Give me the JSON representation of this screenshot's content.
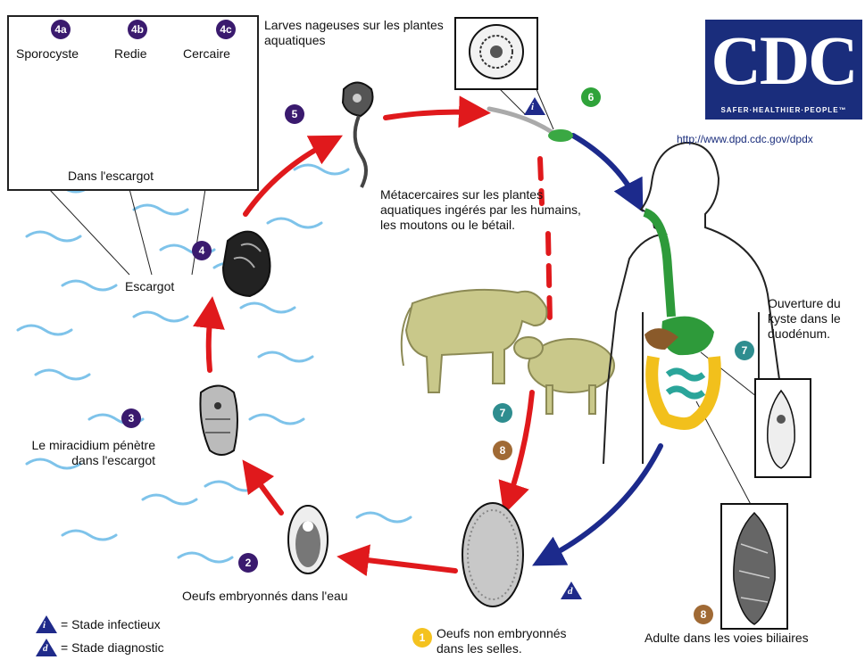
{
  "stages": {
    "s4a": {
      "badge": "4a",
      "label": "Sporocyste"
    },
    "s4b": {
      "badge": "4b",
      "label": "Redie"
    },
    "s4c": {
      "badge": "4c",
      "label": "Cercaire"
    },
    "in_snail": "Dans l'escargot",
    "s5": {
      "badge": "5",
      "label": "Larves nageuses sur les plantes aquatiques"
    },
    "s6": {
      "badge": "6"
    },
    "s4": {
      "badge": "4",
      "label": "Escargot"
    },
    "s3": {
      "badge": "3",
      "label": "Le miracidium pénètre dans l'escargot"
    },
    "s2": {
      "badge": "2",
      "label": "Oeufs embryonnés dans l'eau"
    },
    "s1": {
      "badge": "1",
      "label": "Oeufs non embryonnés dans les selles."
    },
    "metacercariae": "Métacercaires sur les plantes aquatiques ingérés par les humains, les moutons ou le bétail.",
    "s7_host": {
      "badge": "7",
      "label": "Ouverture du kyste dans le duodénum."
    },
    "s7_animal": {
      "badge": "7"
    },
    "s8_animal": {
      "badge": "8"
    },
    "s8_host": {
      "badge": "8",
      "label": "Adulte dans les voies biliaires"
    }
  },
  "legend": {
    "infective": {
      "symbol": "i",
      "label": "= Stade infectieux"
    },
    "diagnostic": {
      "symbol": "d",
      "label": "= Stade diagnostic"
    }
  },
  "logo": {
    "text": "CDC",
    "tagline": "SAFER·HEALTHIER·PEOPLE™",
    "url": "http://www.dpd.cdc.gov/dpdx"
  },
  "markers": {
    "infective_on_plant": "i",
    "diagnostic_on_egg": "d"
  },
  "colors": {
    "cycle_arrow": "#e0191c",
    "host_arrow": "#1c2a8c",
    "badge_purple": "#3a1a6e",
    "badge_teal": "#2e8d8f",
    "badge_brown": "#a06a35",
    "badge_green": "#2fa33a",
    "badge_yellow": "#f4c21f",
    "water": "#7ec3ea",
    "animal": "#c9c88a",
    "gut_green": "#2e9a3a",
    "intestine_yellow": "#f2c01c",
    "intestine_teal": "#2aa59a"
  }
}
